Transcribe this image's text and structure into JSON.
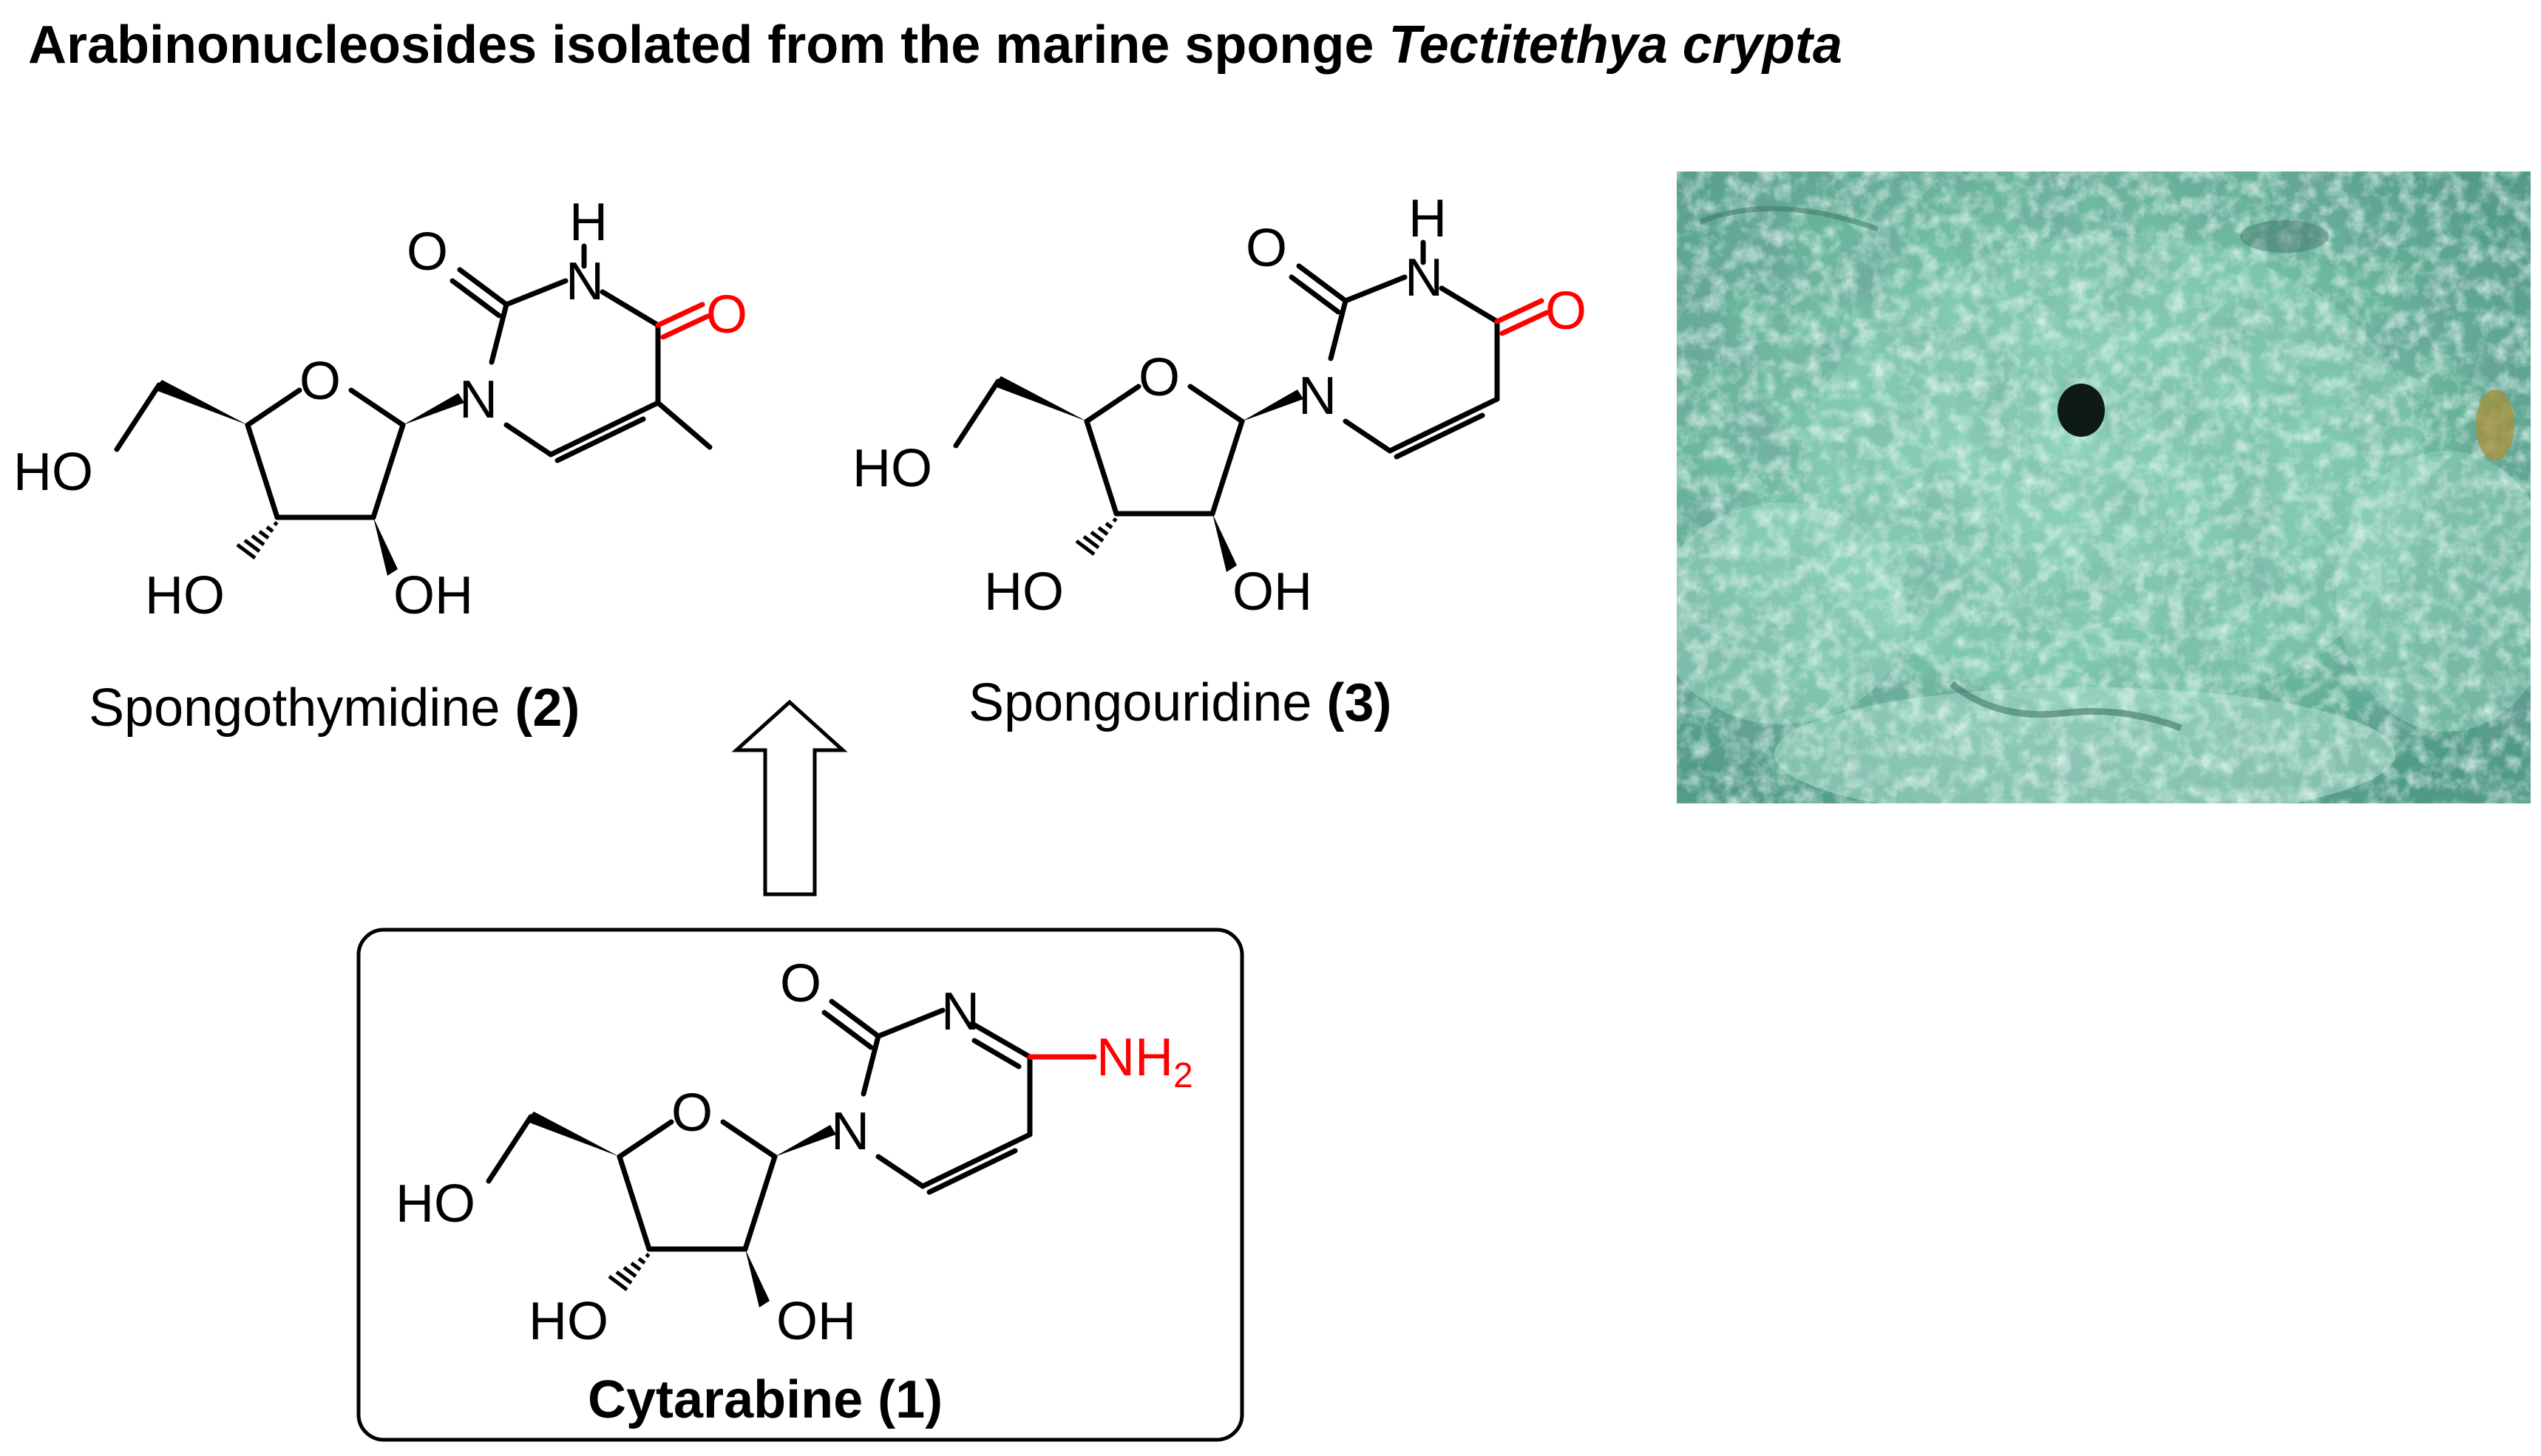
{
  "title": {
    "prefix": "Arabinonucleosides isolated from the marine sponge ",
    "species": "Tectitethya crypta"
  },
  "labels": {
    "O": "O",
    "N": "N",
    "H": "H",
    "HO": "HO",
    "OH": "OH",
    "NH": "NH",
    "sub2": "2"
  },
  "compounds": [
    {
      "name": "Spongothymidine ",
      "number": "(2)"
    },
    {
      "name": "Spongouridine ",
      "number": "(3)"
    },
    {
      "name": "Cytarabine (1)"
    }
  ],
  "colors": {
    "highlight": "#ff0000",
    "ink": "#000000",
    "photo_base": "#7fc4b0"
  }
}
